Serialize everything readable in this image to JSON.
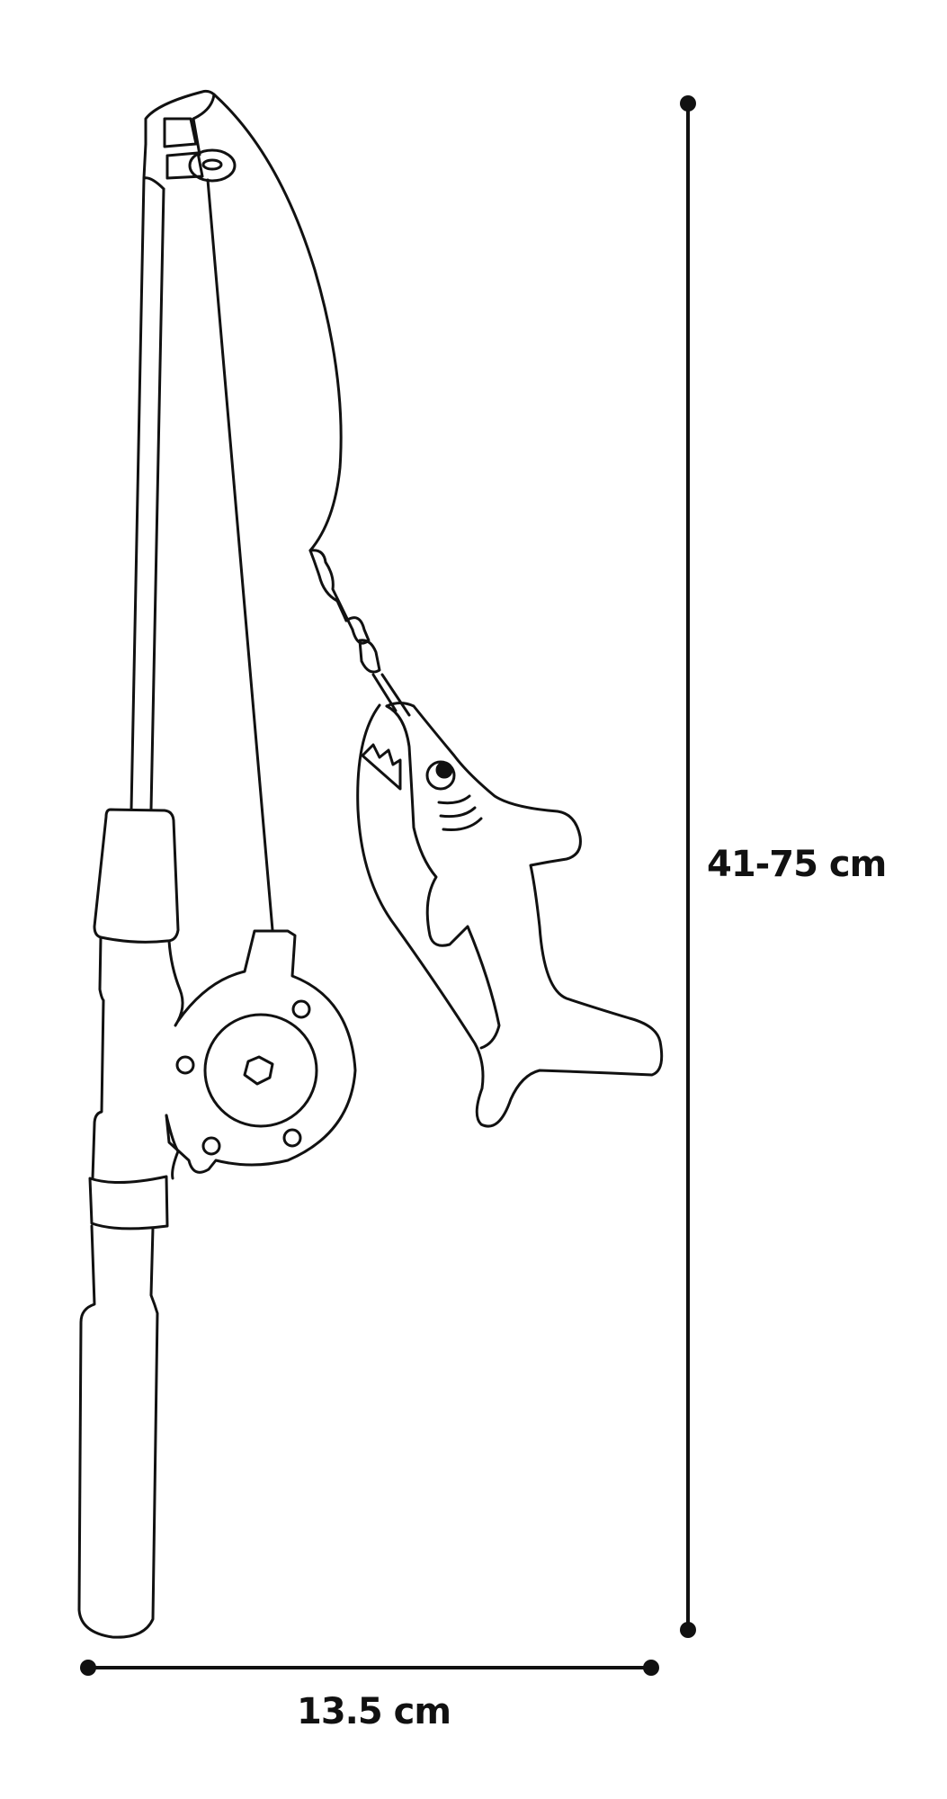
{
  "diagram": {
    "subject": "Telescopic fishing rod toy with shark lure",
    "stroke_color": "#111111",
    "background_color": "#ffffff"
  },
  "dimensions": {
    "height": {
      "label": "41-75 cm",
      "orientation": "vertical"
    },
    "width": {
      "label": "13.5 cm",
      "orientation": "horizontal"
    }
  },
  "parts": [
    "rod-tip",
    "fishing-line",
    "rod-shaft",
    "handle",
    "reel",
    "line-swivel",
    "shark-lure"
  ]
}
